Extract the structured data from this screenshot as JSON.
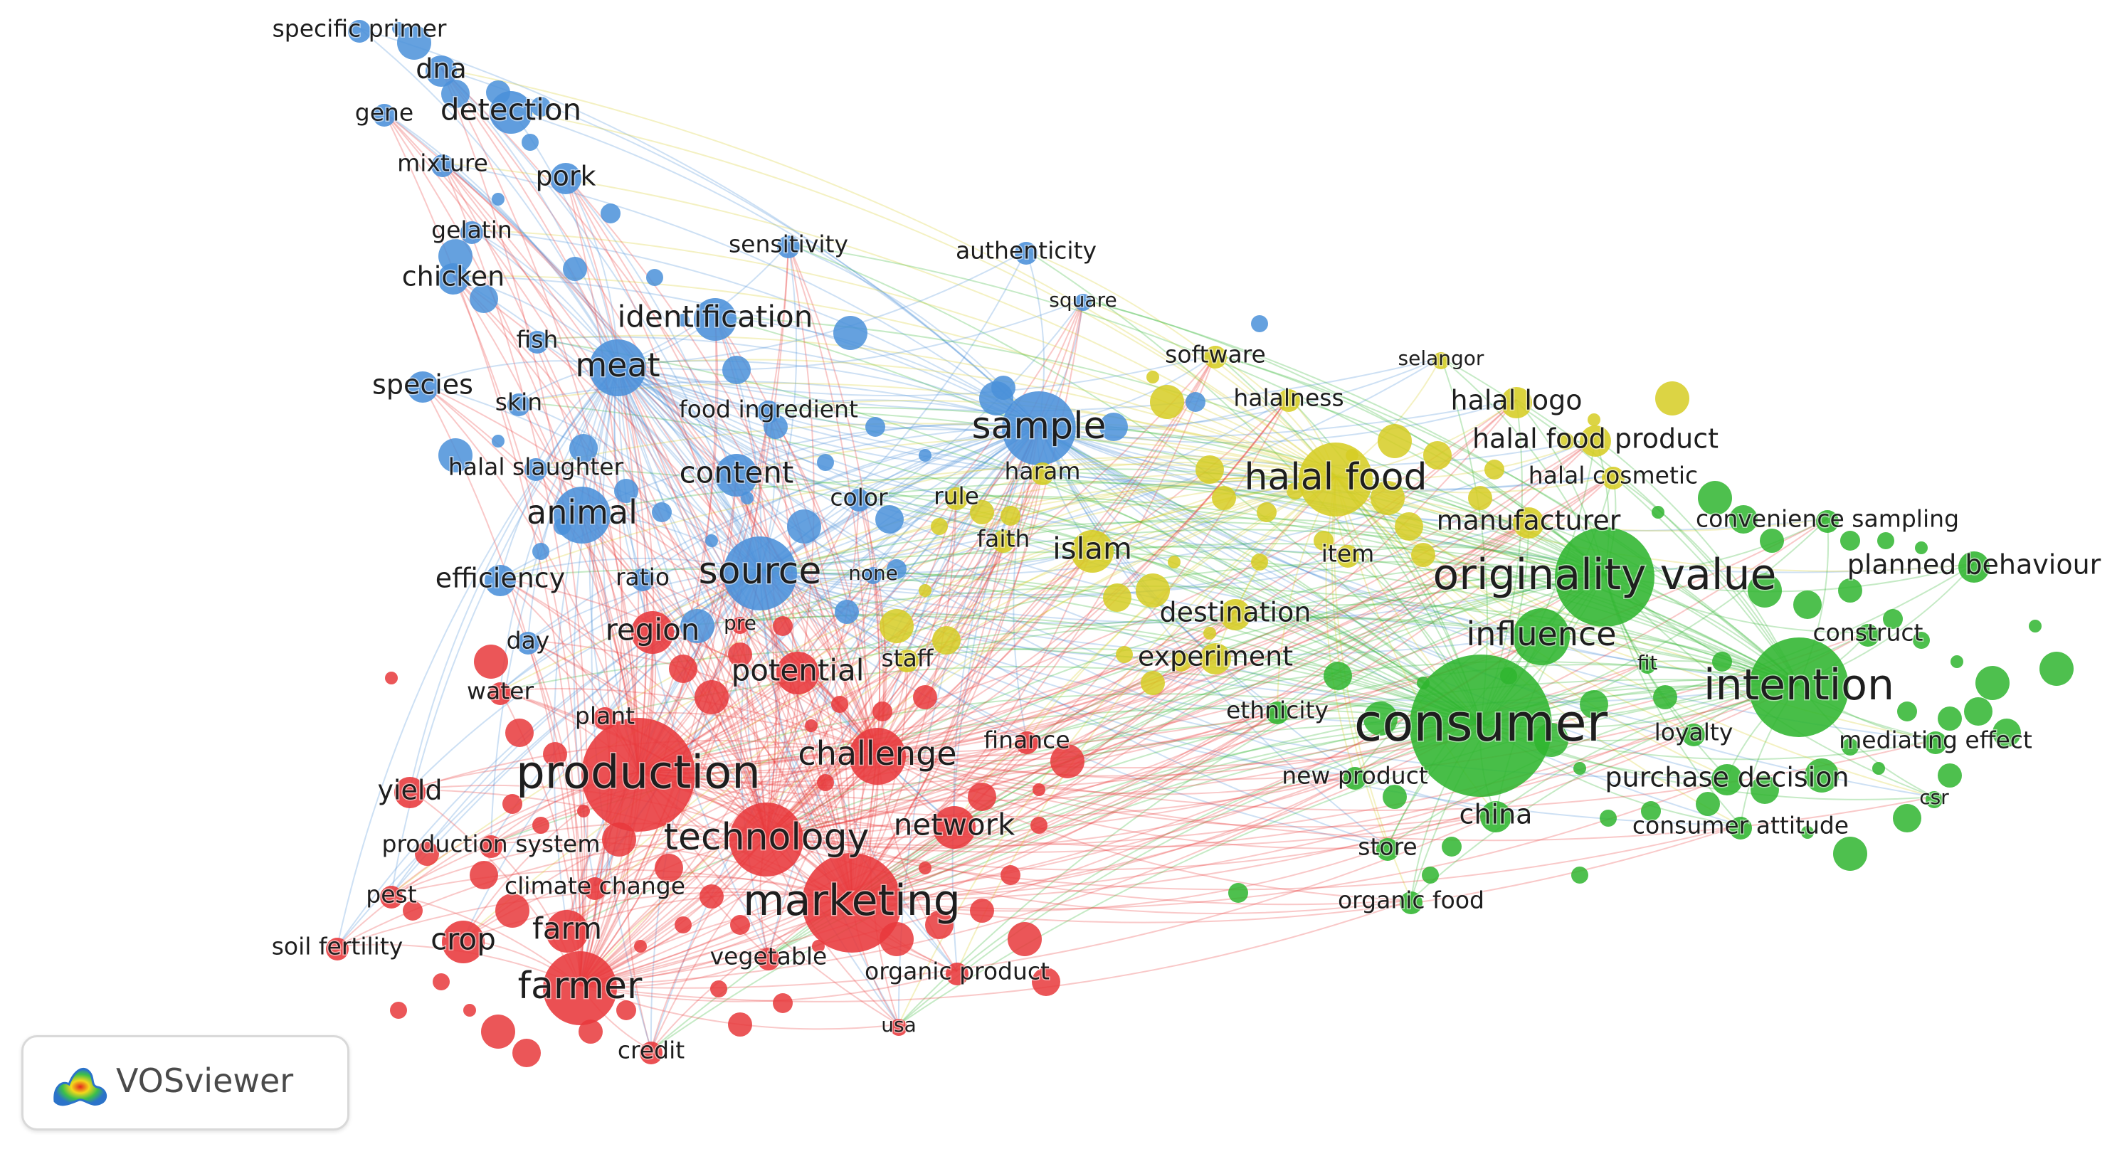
{
  "app": {
    "name": "VOSviewer",
    "logo_icon": "vosviewer-density-logo-icon"
  },
  "colors": {
    "blue": "#4a90d9",
    "red": "#e8383b",
    "green": "#2fb52f",
    "yellow": "#d6cd23"
  },
  "clusters": [
    "blue",
    "red",
    "green",
    "yellow"
  ],
  "nodes": [
    {
      "id": "specific-primer",
      "label": "specific primer",
      "cluster": "blue",
      "weight": 2
    },
    {
      "id": "dna",
      "label": "dna",
      "cluster": "blue",
      "weight": 3
    },
    {
      "id": "gene",
      "label": "gene",
      "cluster": "blue",
      "weight": 2
    },
    {
      "id": "detection",
      "label": "detection",
      "cluster": "blue",
      "weight": 4
    },
    {
      "id": "mixture",
      "label": "mixture",
      "cluster": "blue",
      "weight": 2
    },
    {
      "id": "pork",
      "label": "pork",
      "cluster": "blue",
      "weight": 3
    },
    {
      "id": "gelatin",
      "label": "gelatin",
      "cluster": "blue",
      "weight": 2
    },
    {
      "id": "chicken",
      "label": "chicken",
      "cluster": "blue",
      "weight": 3
    },
    {
      "id": "sensitivity",
      "label": "sensitivity",
      "cluster": "blue",
      "weight": 2
    },
    {
      "id": "authenticity",
      "label": "authenticity",
      "cluster": "blue",
      "weight": 2
    },
    {
      "id": "square",
      "label": "square",
      "cluster": "blue",
      "weight": 1
    },
    {
      "id": "identification",
      "label": "identification",
      "cluster": "blue",
      "weight": 4
    },
    {
      "id": "fish",
      "label": "fish",
      "cluster": "blue",
      "weight": 2
    },
    {
      "id": "meat",
      "label": "meat",
      "cluster": "blue",
      "weight": 5
    },
    {
      "id": "species",
      "label": "species",
      "cluster": "blue",
      "weight": 3
    },
    {
      "id": "skin",
      "label": "skin",
      "cluster": "blue",
      "weight": 2
    },
    {
      "id": "food-ingredient",
      "label": "food ingredient",
      "cluster": "blue",
      "weight": 2
    },
    {
      "id": "sample",
      "label": "sample",
      "cluster": "blue",
      "weight": 6
    },
    {
      "id": "halal-slaughter",
      "label": "halal slaughter",
      "cluster": "blue",
      "weight": 2
    },
    {
      "id": "content",
      "label": "content",
      "cluster": "blue",
      "weight": 4
    },
    {
      "id": "animal",
      "label": "animal",
      "cluster": "blue",
      "weight": 5
    },
    {
      "id": "color",
      "label": "color",
      "cluster": "blue",
      "weight": 2
    },
    {
      "id": "efficiency",
      "label": "efficiency",
      "cluster": "blue",
      "weight": 3
    },
    {
      "id": "ratio",
      "label": "ratio",
      "cluster": "blue",
      "weight": 2
    },
    {
      "id": "source",
      "label": "source",
      "cluster": "blue",
      "weight": 6
    },
    {
      "id": "none",
      "label": "none",
      "cluster": "blue",
      "weight": 1
    },
    {
      "id": "day",
      "label": "day",
      "cluster": "blue",
      "weight": 2
    },
    {
      "id": "rule",
      "label": "rule",
      "cluster": "yellow",
      "weight": 2
    },
    {
      "id": "haram",
      "label": "haram",
      "cluster": "yellow",
      "weight": 2
    },
    {
      "id": "faith",
      "label": "faith",
      "cluster": "yellow",
      "weight": 2
    },
    {
      "id": "islam",
      "label": "islam",
      "cluster": "yellow",
      "weight": 4
    },
    {
      "id": "software",
      "label": "software",
      "cluster": "yellow",
      "weight": 2
    },
    {
      "id": "halalness",
      "label": "halalness",
      "cluster": "yellow",
      "weight": 2
    },
    {
      "id": "selangor",
      "label": "selangor",
      "cluster": "yellow",
      "weight": 1
    },
    {
      "id": "halal-logo",
      "label": "halal logo",
      "cluster": "yellow",
      "weight": 3
    },
    {
      "id": "halal-food-product",
      "label": "halal food product",
      "cluster": "yellow",
      "weight": 3
    },
    {
      "id": "halal-food",
      "label": "halal food",
      "cluster": "yellow",
      "weight": 6
    },
    {
      "id": "halal-cosmetic",
      "label": "halal cosmetic",
      "cluster": "yellow",
      "weight": 2
    },
    {
      "id": "manufacturer",
      "label": "manufacturer",
      "cluster": "yellow",
      "weight": 3
    },
    {
      "id": "item",
      "label": "item",
      "cluster": "yellow",
      "weight": 2
    },
    {
      "id": "destination",
      "label": "destination",
      "cluster": "yellow",
      "weight": 3
    },
    {
      "id": "experiment",
      "label": "experiment",
      "cluster": "yellow",
      "weight": 3
    },
    {
      "id": "staff",
      "label": "staff",
      "cluster": "yellow",
      "weight": 2
    },
    {
      "id": "ethnicity",
      "label": "ethnicity",
      "cluster": "green",
      "weight": 2
    },
    {
      "id": "convenience-sampling",
      "label": "convenience sampling",
      "cluster": "green",
      "weight": 2
    },
    {
      "id": "originality-value",
      "label": "originality value",
      "cluster": "green",
      "weight": 7
    },
    {
      "id": "planned-behaviour",
      "label": "planned behaviour",
      "cluster": "green",
      "weight": 3
    },
    {
      "id": "influence",
      "label": "influence",
      "cluster": "green",
      "weight": 5
    },
    {
      "id": "construct",
      "label": "construct",
      "cluster": "green",
      "weight": 2
    },
    {
      "id": "fit",
      "label": "fit",
      "cluster": "green",
      "weight": 1
    },
    {
      "id": "intention",
      "label": "intention",
      "cluster": "green",
      "weight": 7
    },
    {
      "id": "consumer",
      "label": "consumer",
      "cluster": "green",
      "weight": 9
    },
    {
      "id": "loyalty",
      "label": "loyalty",
      "cluster": "green",
      "weight": 2
    },
    {
      "id": "mediating-effect",
      "label": "mediating effect",
      "cluster": "green",
      "weight": 2
    },
    {
      "id": "new-product",
      "label": "new product",
      "cluster": "green",
      "weight": 2
    },
    {
      "id": "purchase-decision",
      "label": "purchase decision",
      "cluster": "green",
      "weight": 3
    },
    {
      "id": "csr",
      "label": "csr",
      "cluster": "green",
      "weight": 1
    },
    {
      "id": "china",
      "label": "china",
      "cluster": "green",
      "weight": 3
    },
    {
      "id": "consumer-attitude",
      "label": "consumer attitude",
      "cluster": "green",
      "weight": 2
    },
    {
      "id": "store",
      "label": "store",
      "cluster": "green",
      "weight": 2
    },
    {
      "id": "organic-food",
      "label": "organic food",
      "cluster": "green",
      "weight": 2
    },
    {
      "id": "region",
      "label": "region",
      "cluster": "red",
      "weight": 4
    },
    {
      "id": "pre",
      "label": "pre",
      "cluster": "red",
      "weight": 1
    },
    {
      "id": "potential",
      "label": "potential",
      "cluster": "red",
      "weight": 4
    },
    {
      "id": "water",
      "label": "water",
      "cluster": "red",
      "weight": 2
    },
    {
      "id": "plant",
      "label": "plant",
      "cluster": "red",
      "weight": 2
    },
    {
      "id": "challenge",
      "label": "challenge",
      "cluster": "red",
      "weight": 5
    },
    {
      "id": "finance",
      "label": "finance",
      "cluster": "red",
      "weight": 2
    },
    {
      "id": "production",
      "label": "production",
      "cluster": "red",
      "weight": 8
    },
    {
      "id": "yield",
      "label": "yield",
      "cluster": "red",
      "weight": 3
    },
    {
      "id": "network",
      "label": "network",
      "cluster": "red",
      "weight": 4
    },
    {
      "id": "technology",
      "label": "technology",
      "cluster": "red",
      "weight": 6
    },
    {
      "id": "production-system",
      "label": "production system",
      "cluster": "red",
      "weight": 2
    },
    {
      "id": "pest",
      "label": "pest",
      "cluster": "red",
      "weight": 2
    },
    {
      "id": "climate-change",
      "label": "climate change",
      "cluster": "red",
      "weight": 2
    },
    {
      "id": "marketing",
      "label": "marketing",
      "cluster": "red",
      "weight": 7
    },
    {
      "id": "farm",
      "label": "farm",
      "cluster": "red",
      "weight": 4
    },
    {
      "id": "soil-fertility",
      "label": "soil fertility",
      "cluster": "red",
      "weight": 2
    },
    {
      "id": "crop",
      "label": "crop",
      "cluster": "red",
      "weight": 4
    },
    {
      "id": "vegetable",
      "label": "vegetable",
      "cluster": "red",
      "weight": 2
    },
    {
      "id": "organic-product",
      "label": "organic product",
      "cluster": "red",
      "weight": 2
    },
    {
      "id": "farmer",
      "label": "farmer",
      "cluster": "red",
      "weight": 6
    },
    {
      "id": "credit",
      "label": "credit",
      "cluster": "red",
      "weight": 2
    },
    {
      "id": "usa",
      "label": "usa",
      "cluster": "red",
      "weight": 1
    }
  ]
}
